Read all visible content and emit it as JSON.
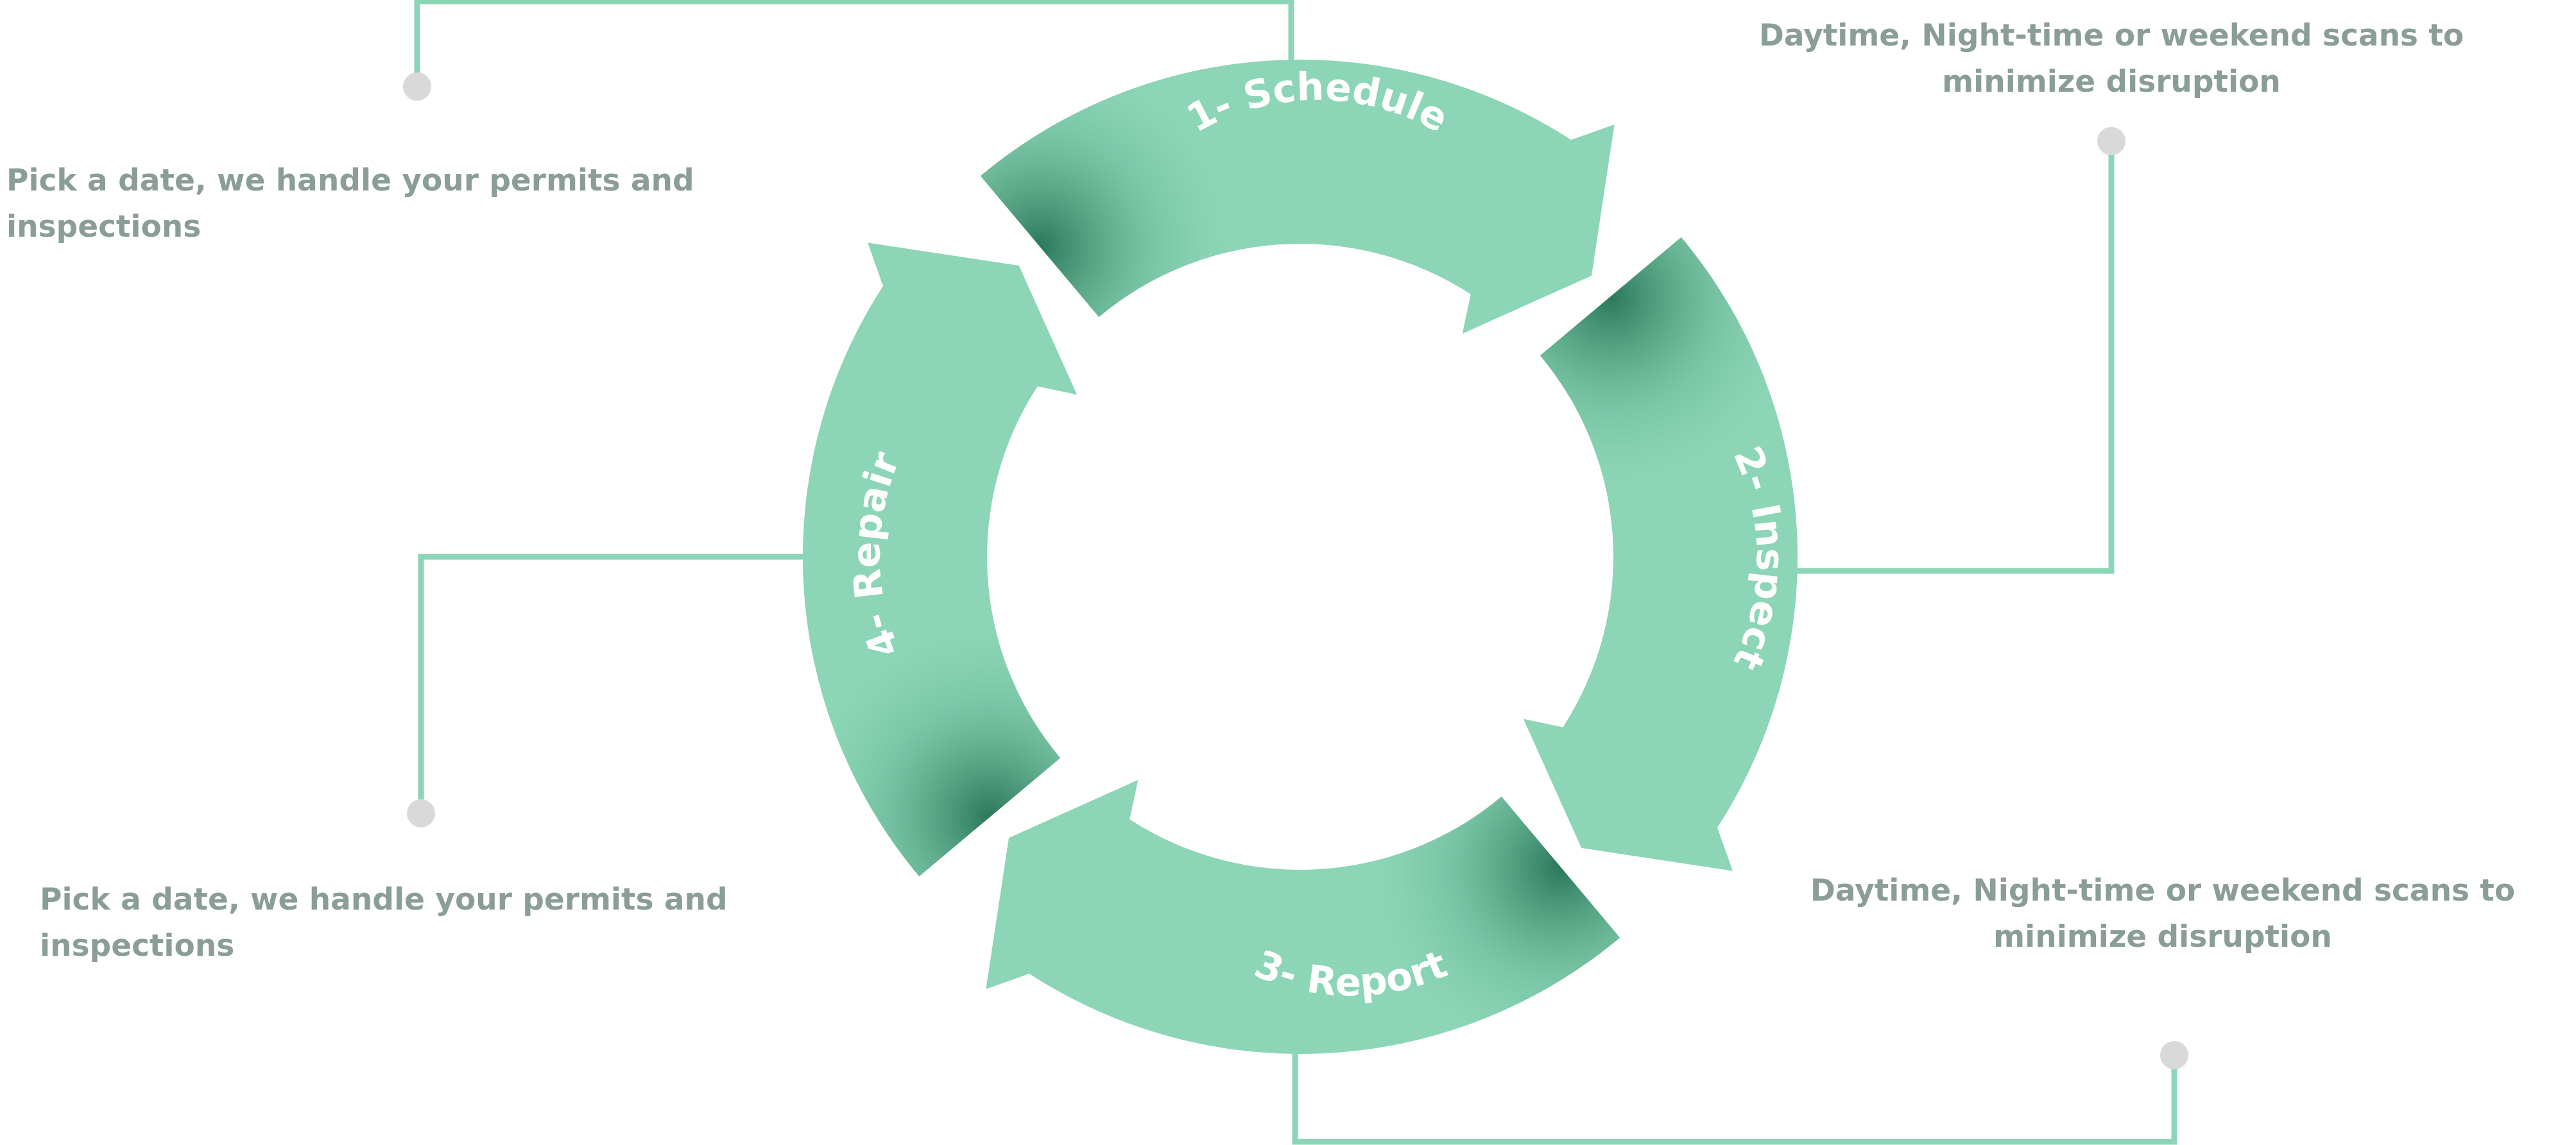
{
  "colors": {
    "ring": "#8cd5b7",
    "ring_shadow": "#1f6e4f",
    "connector": "#8cd5b7",
    "dot": "#d9d9d9",
    "text": "#8a9e96"
  },
  "steps": [
    {
      "label": "1- Schedule",
      "description": "Pick a date, we handle your permits and inspections"
    },
    {
      "label": "2- Inspect",
      "description": "Daytime, Night-time or weekend scans to minimize disruption"
    },
    {
      "label": "3- Report",
      "description": "Daytime, Night-time or weekend scans to minimize disruption"
    },
    {
      "label": "4- Repair",
      "description": "Pick a date, we handle your permits and inspections"
    }
  ]
}
